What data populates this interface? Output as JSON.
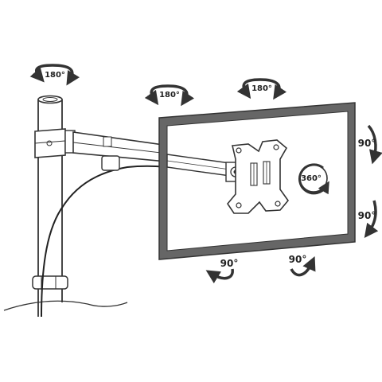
{
  "rotation_labels": {
    "pole_swivel": "180°",
    "arm_swivel": "180°",
    "head_swivel": "180°",
    "screen_rotate": "360°",
    "tilt_up": "90°",
    "tilt_down": "90°",
    "pan_left": "90°",
    "pan_right": "90°"
  },
  "colors": {
    "line": "#333333",
    "frame_fill": "#666666",
    "frame_inner": "#ffffff",
    "text": "#222222",
    "background": "#ffffff"
  },
  "icons": {
    "rotation_arrows": "curved-rotation-arrow-icon",
    "screen_rotation": "circular-rotation-arrow-icon"
  }
}
